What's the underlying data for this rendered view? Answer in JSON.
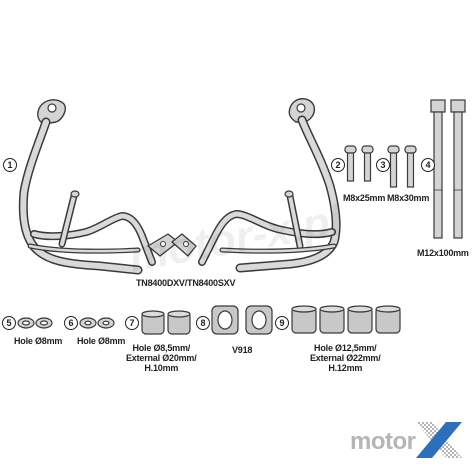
{
  "callouts": [
    "1",
    "2",
    "3",
    "4",
    "5",
    "6",
    "7",
    "8",
    "9"
  ],
  "labels": {
    "crash_bars": "TN8400DXV/TN8400SXV",
    "bolt_m8x25": "M8x25mm",
    "bolt_m8x30": "M8x30mm",
    "bolt_m12x100": "M12x100mm",
    "washer_5": "Hole Ø8mm",
    "washer_6": "Hole Ø8mm",
    "spacer_7": "Hole Ø8,5mm/\nExternal Ø20mm/\nH.10mm",
    "spacer_8": "V918",
    "spacer_9": "Hole Ø12,5mm/\nExternal Ø22mm/\nH.12mm"
  },
  "watermark": {
    "center_text": "motor-x.pl",
    "logo_text": "motor",
    "logo_mark": "X"
  },
  "colors": {
    "line": "#3a3a3a",
    "part_fill": "#d4d4d4",
    "spacer_fill": "#c8c8c8",
    "logo_gray": "#b5b5b5",
    "logo_accent": "#2d6fb8"
  }
}
